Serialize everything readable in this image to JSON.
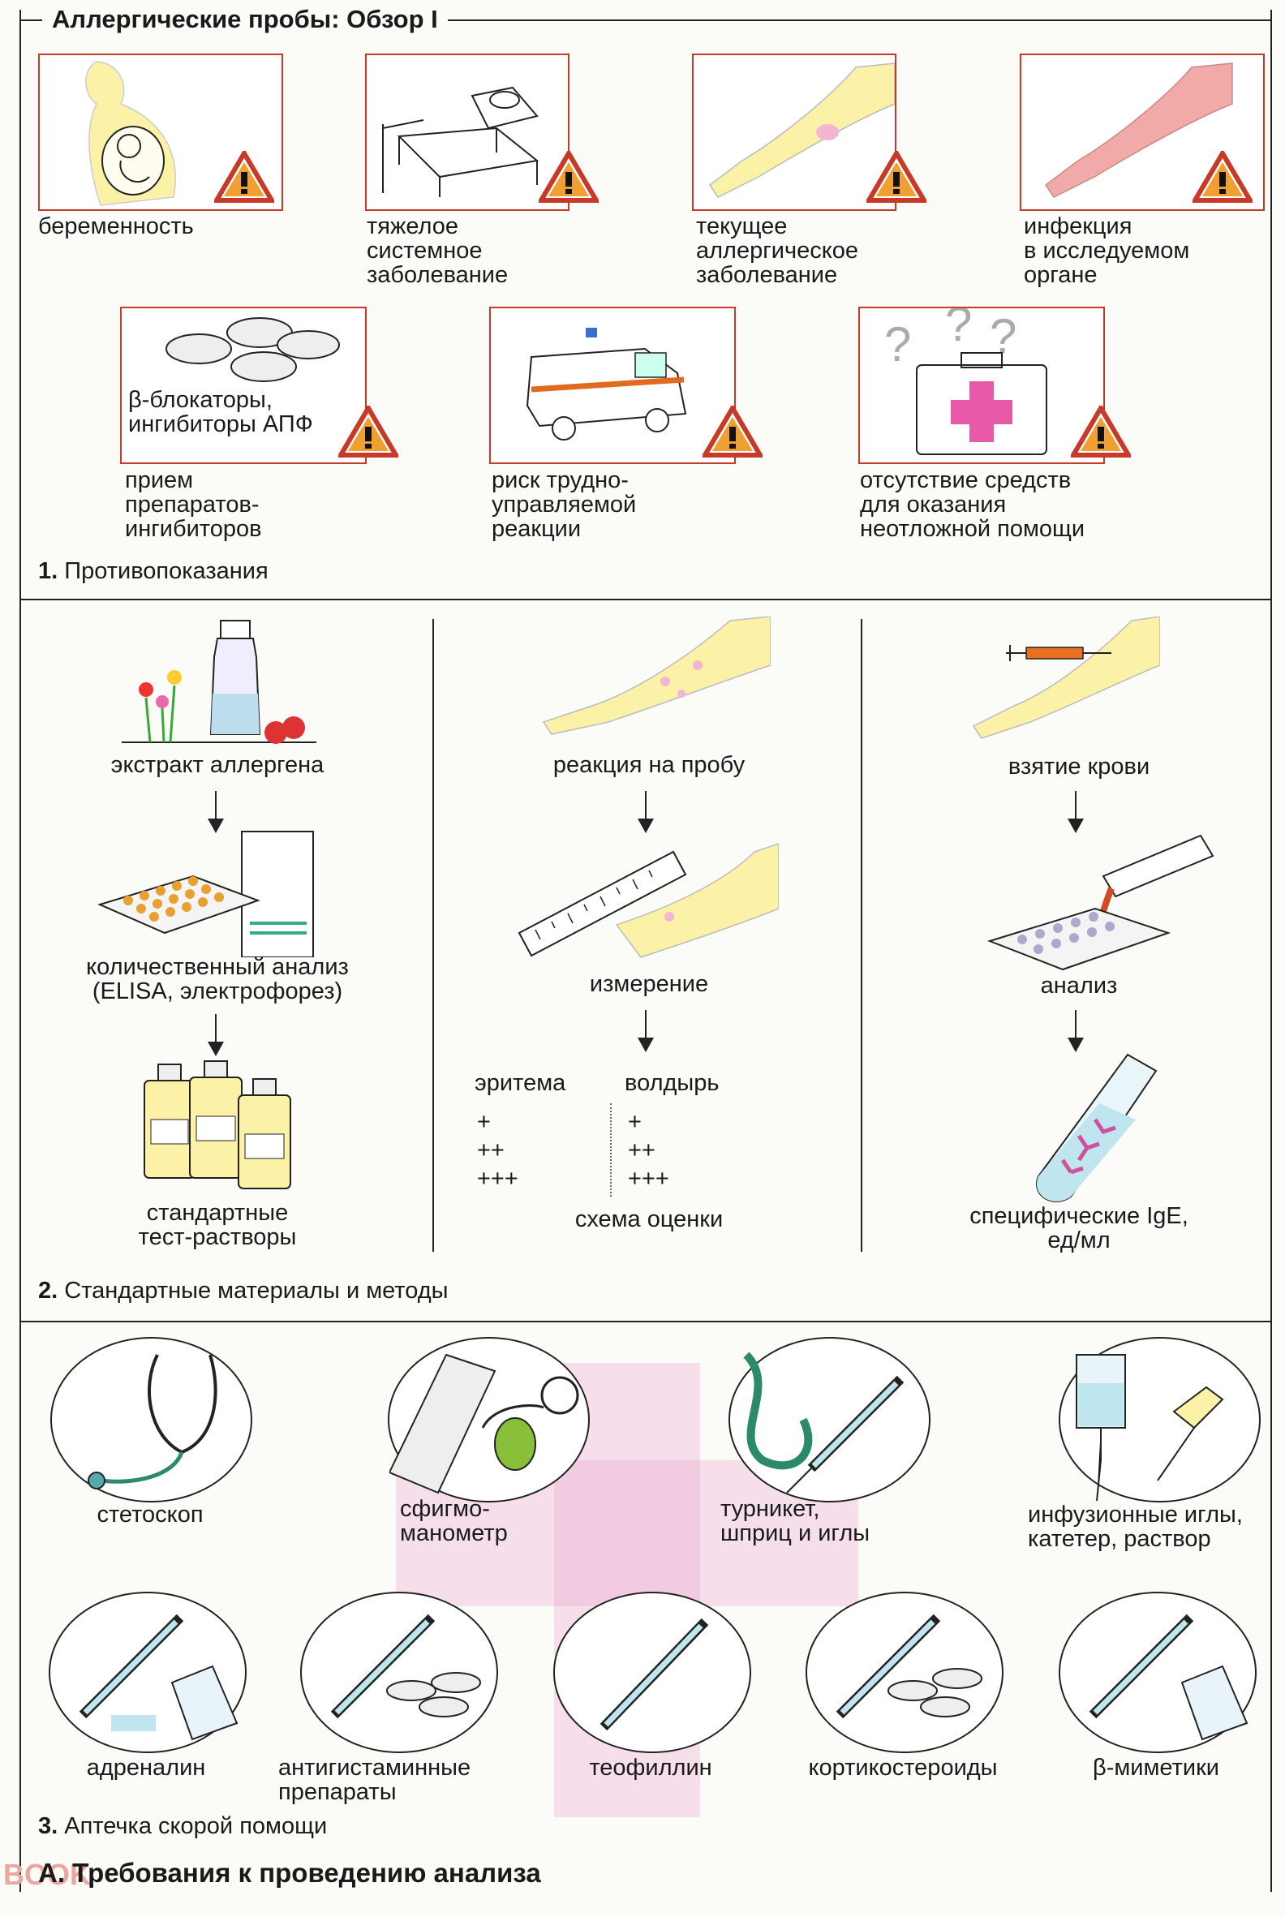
{
  "header": {
    "title": "Аллергические пробы: Обзор I"
  },
  "section1": {
    "number": "1.",
    "title": "Противопоказания",
    "items": [
      {
        "label": "беременность"
      },
      {
        "label": "тяжелое\nсистемное\nзаболевание"
      },
      {
        "label": "текущее\nаллергическое\nзаболевание"
      },
      {
        "label": "инфекция\nв исследуемом\nоргане"
      },
      {
        "label": "прием\nпрепаратов-\nингибиторов",
        "inner": "β-блокаторы,\nингибиторы АПФ"
      },
      {
        "label": "риск трудно-\nуправляемой\nреакции"
      },
      {
        "label": "отсутствие средств\nдля оказания\nнеотложной помощи"
      }
    ]
  },
  "section2": {
    "number": "2.",
    "title": "Стандартные материалы и методы",
    "col1": {
      "step1": "экстракт аллергена",
      "step2": "количественный анализ\n(ELISA, электрофорез)",
      "step3": "стандартные\nтест-растворы"
    },
    "col2": {
      "step1": "реакция на пробу",
      "step2": "измерение",
      "erythema": "эритема",
      "wheal": "волдырь",
      "plus1": "+",
      "plus2": "++",
      "plus3": "+++",
      "scheme": "схема оценки"
    },
    "col3": {
      "step1": "взятие крови",
      "step2": "анализ",
      "step3": "специфические IgE,\nед/мл"
    }
  },
  "section3": {
    "number": "3.",
    "title": "Аптечка скорой помощи",
    "row1": [
      "стетоскоп",
      "сфигмо-\nманометр",
      "турникет,\nшприц и иглы",
      "инфузионные иглы,\nкатетер, раствор"
    ],
    "row2": [
      "адреналин",
      "антигистаминные\nпрепараты",
      "теофиллин",
      "кортикостероиды",
      "β-миметики"
    ]
  },
  "footer": {
    "title": "A. Требования к проведению анализа",
    "watermark": "BOOK"
  },
  "colors": {
    "frame_red": "#c83a28",
    "warning_orange": "#f0a030",
    "pink": "#e85aa8",
    "skin": "#fbf2a8"
  }
}
